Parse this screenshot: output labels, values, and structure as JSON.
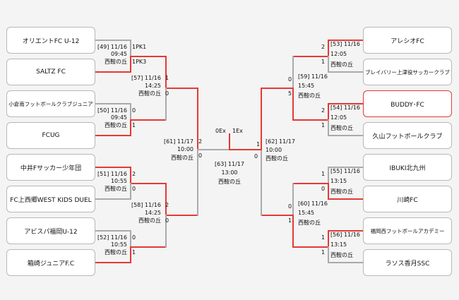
{
  "teams": {
    "l1": "オリエントFC U-12",
    "l2": "SALTZ FC",
    "l3": "小倉南フットボールクラブジュニア",
    "l4": "FCUG",
    "l5": "中井Fサッカー少年団",
    "l6": "FC上西郷WEST KIDS DUEL",
    "l7": "アビスパ福岡U-12",
    "l8": "箱崎ジュニアF.C",
    "r1": "アレシオFC",
    "r2": "ブレイバリー上津役サッカークラブ",
    "r3": "BUDDY･FC",
    "r4": "久山フットボールクラブ",
    "r5": "IBUKI北九州",
    "r6": "川崎FC",
    "r7": "福岡西フットボールアカデミー",
    "r8": "ラソス香月SSC"
  },
  "matches": {
    "m49": {
      "title": "[49] 11/16",
      "time": "09:45",
      "venue": "西鞍の丘",
      "s1": "1PK1",
      "s2": "1PK3"
    },
    "m50": {
      "title": "[50] 11/16",
      "time": "09:45",
      "venue": "西鞍の丘",
      "s1": "0",
      "s2": "1"
    },
    "m51": {
      "title": "[51] 11/16",
      "time": "10:55",
      "venue": "西鞍の丘",
      "s1": "2",
      "s2": "0"
    },
    "m52": {
      "title": "[52] 11/16",
      "time": "10:55",
      "venue": "西鞍の丘",
      "s1": "0",
      "s2": "1"
    },
    "m53": {
      "title": "[53] 11/16",
      "time": "12:05",
      "venue": "西鞍の丘",
      "s1": "2",
      "s2": "1"
    },
    "m54": {
      "title": "[54] 11/16",
      "time": "12:05",
      "venue": "西鞍の丘",
      "s1": "2",
      "s2": "1"
    },
    "m55": {
      "title": "[55] 11/16",
      "time": "13:15",
      "venue": "西鞍の丘",
      "s1": "1",
      "s2": "0"
    },
    "m56": {
      "title": "[56] 11/16",
      "time": "13:15",
      "venue": "西鞍の丘",
      "s1": "1",
      "s2": "1"
    },
    "m57": {
      "title": "[57] 11/16",
      "time": "14:25",
      "venue": "西鞍の丘",
      "s1": "1",
      "s2": "0"
    },
    "m58": {
      "title": "[58] 11/16",
      "time": "14:25",
      "venue": "西鞍の丘",
      "s1": "2",
      "s2": "0"
    },
    "m59": {
      "title": "[59] 11/16",
      "time": "15:45",
      "venue": "西鞍の丘",
      "s1": "0",
      "s2": "5"
    },
    "m60": {
      "title": "[60] 11/16",
      "time": "15:45",
      "venue": "西鞍の丘",
      "s1": "0",
      "s2": "1"
    },
    "m61": {
      "title": "[61] 11/17",
      "time": "10:00",
      "venue": "西鞍の丘",
      "s1": "2",
      "s2": "0"
    },
    "m62": {
      "title": "[62] 11/17",
      "time": "10:00",
      "venue": "西鞍の丘",
      "s1": "1",
      "s2": "0"
    },
    "m63": {
      "title": "[63] 11/17",
      "time": "13:00",
      "venue": "西鞍の丘",
      "s1": "0Ex",
      "s2": "1Ex"
    }
  },
  "colors": {
    "win": "#e53935",
    "lose": "#aaaaaa",
    "background": "#f4f4f4"
  }
}
